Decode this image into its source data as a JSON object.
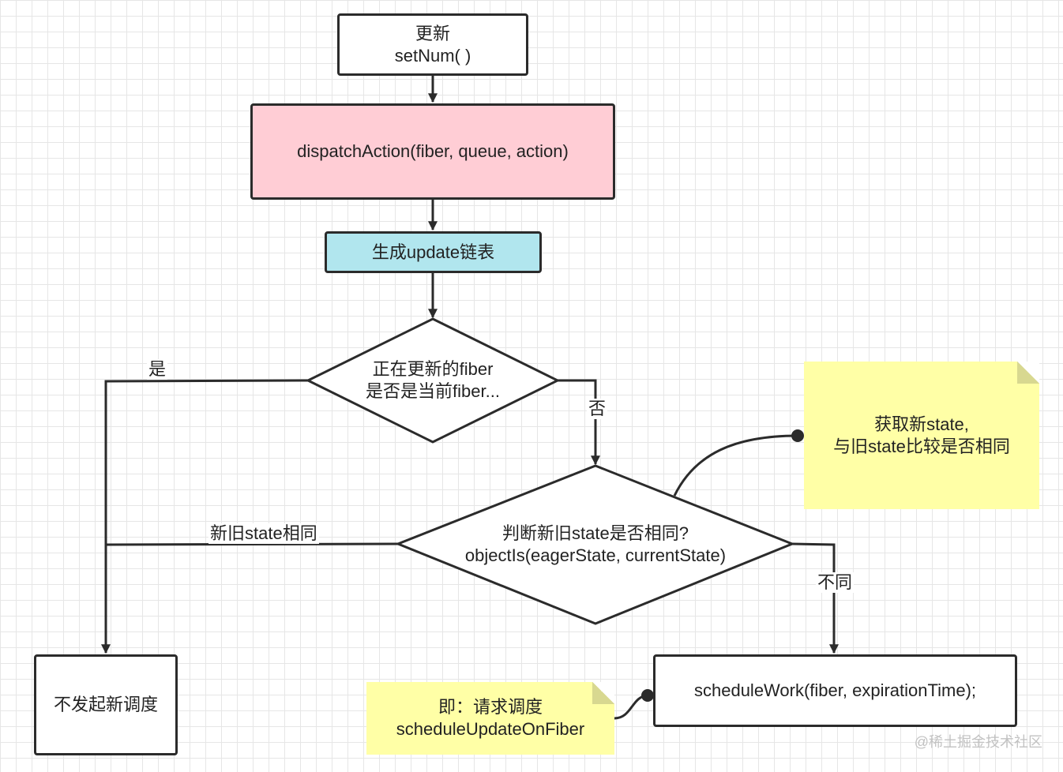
{
  "nodes": {
    "update": {
      "line1": "更新",
      "line2": "setNum( )"
    },
    "dispatch": {
      "text": "dispatchAction(fiber, queue, action)",
      "fill": "#ffcdd5"
    },
    "gen_list": {
      "text": "生成update链表",
      "fill": "#b1e6ee"
    },
    "check_fiber": {
      "line1": "正在更新的fiber",
      "line2": "是否是当前fiber..."
    },
    "compare_state": {
      "line1": "判断新旧state是否相同?",
      "line2": "objectIs(eagerState, currentState)"
    },
    "no_schedule": {
      "text": "不发起新调度"
    },
    "schedule_work": {
      "text": "scheduleWork(fiber, expirationTime);"
    }
  },
  "edge_labels": {
    "yes": "是",
    "no": "否",
    "same_state": "新旧state相同",
    "different": "不同"
  },
  "notes": {
    "get_state": {
      "line1": "获取新state,",
      "line2": "与旧state比较是否相同"
    },
    "request_schedule": {
      "line1": "即：请求调度",
      "line2": "scheduleUpdateOnFiber"
    }
  },
  "colors": {
    "note_fill": "#ffffa6",
    "stroke": "#2b2b2b"
  },
  "watermark": "@稀土掘金技术社区"
}
